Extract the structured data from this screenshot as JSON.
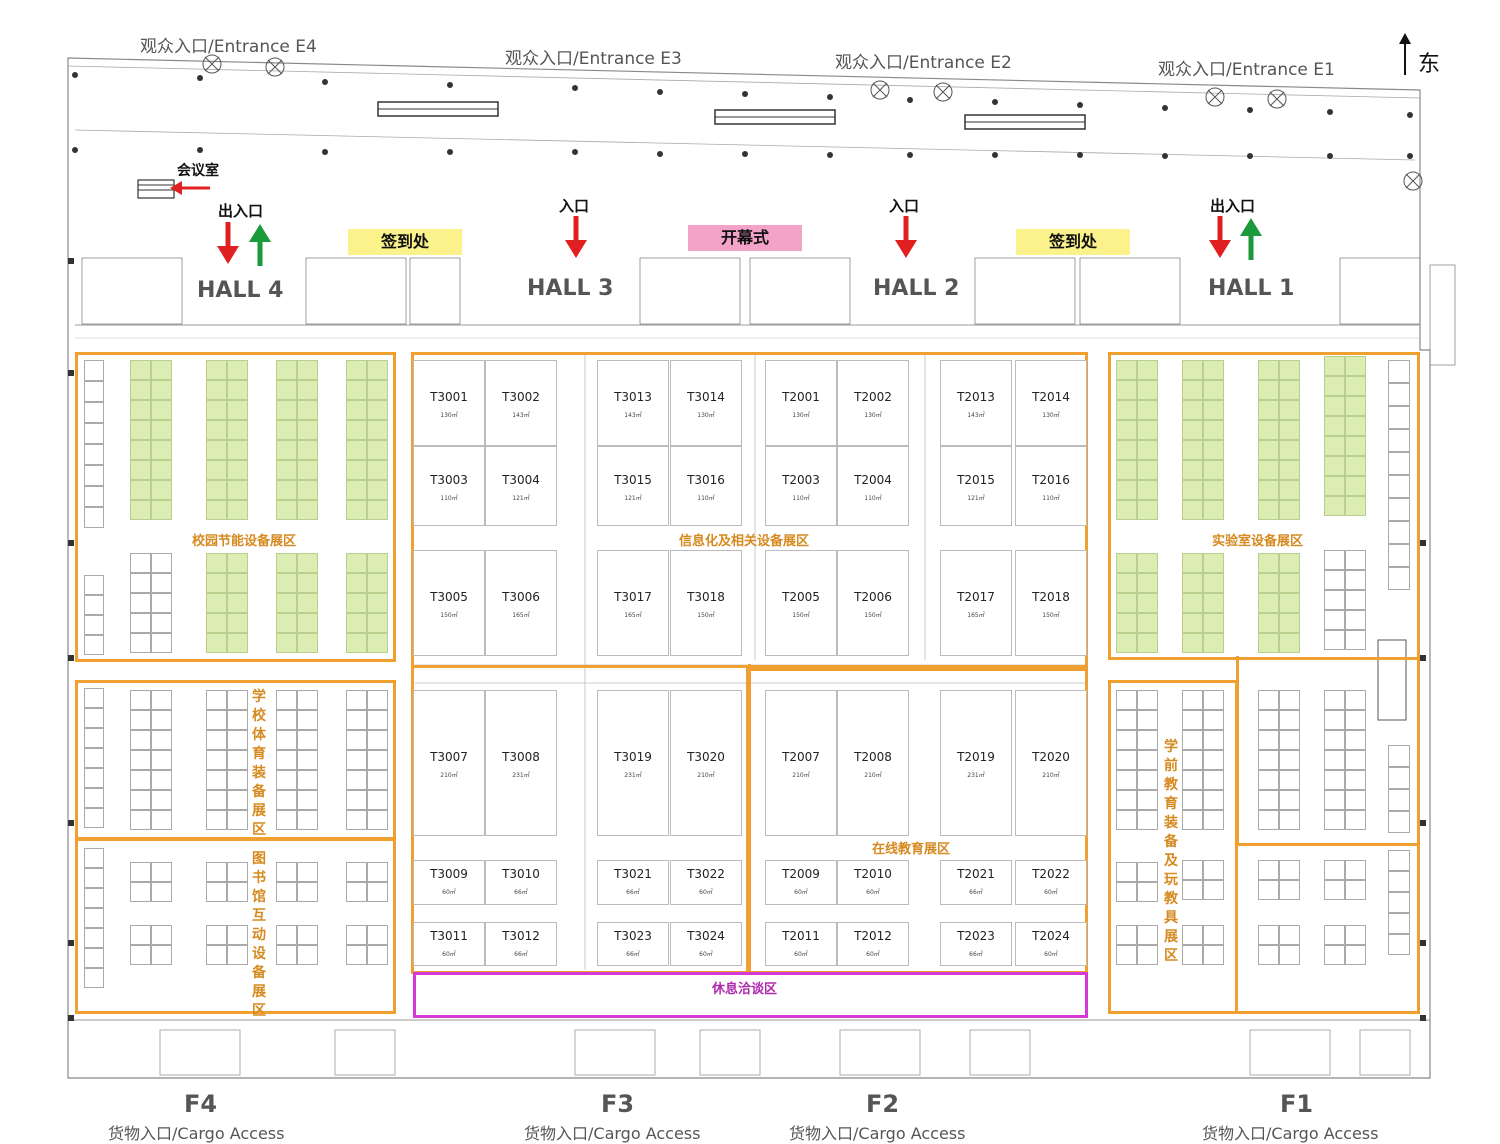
{
  "entrances": [
    {
      "label": "观众入口/Entrance  E4"
    },
    {
      "label": "观众入口/Entrance E3"
    },
    {
      "label": "观众入口/Entrance  E2"
    },
    {
      "label": "观众入口/Entrance  E1"
    }
  ],
  "compass": {
    "label": "东"
  },
  "meeting_room": "会议室",
  "doors": {
    "in_out": "出入口",
    "in": "入口"
  },
  "checkin": "签到处",
  "opening": "开幕式",
  "halls": [
    "HALL 4",
    "HALL 3",
    "HALL 2",
    "HALL 1"
  ],
  "zones": {
    "campus_energy": "校园节能设备展区",
    "it": "信息化及相关设备展区",
    "lab": "实验室设备展区",
    "sports": "学校体育装备展区",
    "library": "图书馆互动设备展区",
    "online": "在线教育展区",
    "preschool": "学前教育装备及玩教具展区",
    "rest": "休息洽谈区"
  },
  "cargo": [
    {
      "gate": "F4",
      "label": "货物入口/Cargo Access"
    },
    {
      "gate": "F3",
      "label": "货物入口/Cargo Access"
    },
    {
      "gate": "F2",
      "label": "货物入口/Cargo Access"
    },
    {
      "gate": "F1",
      "label": "货物入口/Cargo Access"
    }
  ],
  "t_booths": [
    {
      "id": "T3001",
      "area": "130㎡"
    },
    {
      "id": "T3002",
      "area": "143㎡"
    },
    {
      "id": "T3013",
      "area": "143㎡"
    },
    {
      "id": "T3014",
      "area": "130㎡"
    },
    {
      "id": "T2001",
      "area": "130㎡"
    },
    {
      "id": "T2002",
      "area": "130㎡"
    },
    {
      "id": "T2013",
      "area": "143㎡"
    },
    {
      "id": "T2014",
      "area": "130㎡"
    },
    {
      "id": "T3003",
      "area": "110㎡"
    },
    {
      "id": "T3004",
      "area": "121㎡"
    },
    {
      "id": "T3015",
      "area": "121㎡"
    },
    {
      "id": "T3016",
      "area": "110㎡"
    },
    {
      "id": "T2003",
      "area": "110㎡"
    },
    {
      "id": "T2004",
      "area": "110㎡"
    },
    {
      "id": "T2015",
      "area": "121㎡"
    },
    {
      "id": "T2016",
      "area": "110㎡"
    },
    {
      "id": "T3005",
      "area": "150㎡"
    },
    {
      "id": "T3006",
      "area": "165㎡"
    },
    {
      "id": "T3017",
      "area": "165㎡"
    },
    {
      "id": "T3018",
      "area": "150㎡"
    },
    {
      "id": "T2005",
      "area": "150㎡"
    },
    {
      "id": "T2006",
      "area": "150㎡"
    },
    {
      "id": "T2017",
      "area": "165㎡"
    },
    {
      "id": "T2018",
      "area": "150㎡"
    },
    {
      "id": "T3007",
      "area": "210㎡"
    },
    {
      "id": "T3008",
      "area": "231㎡"
    },
    {
      "id": "T3019",
      "area": "231㎡"
    },
    {
      "id": "T3020",
      "area": "210㎡"
    },
    {
      "id": "T2007",
      "area": "210㎡"
    },
    {
      "id": "T2008",
      "area": "210㎡"
    },
    {
      "id": "T2019",
      "area": "231㎡"
    },
    {
      "id": "T2020",
      "area": "210㎡"
    },
    {
      "id": "T3009",
      "area": "60㎡"
    },
    {
      "id": "T3010",
      "area": "66㎡"
    },
    {
      "id": "T3021",
      "area": "66㎡"
    },
    {
      "id": "T3022",
      "area": "60㎡"
    },
    {
      "id": "T2009",
      "area": "60㎡"
    },
    {
      "id": "T2010",
      "area": "60㎡"
    },
    {
      "id": "T2021",
      "area": "66㎡"
    },
    {
      "id": "T2022",
      "area": "60㎡"
    },
    {
      "id": "T3011",
      "area": "60㎡"
    },
    {
      "id": "T3012",
      "area": "66㎡"
    },
    {
      "id": "T3023",
      "area": "66㎡"
    },
    {
      "id": "T3024",
      "area": "60㎡"
    },
    {
      "id": "T2011",
      "area": "60㎡"
    },
    {
      "id": "T2012",
      "area": "60㎡"
    },
    {
      "id": "T2023",
      "area": "66㎡"
    },
    {
      "id": "T2024",
      "area": "60㎡"
    }
  ],
  "colors": {
    "zone_border": "#f0a030",
    "rest_border": "#d63ad6",
    "green_booth": "#dcedb4",
    "checkin_bg": "#fbf28c",
    "opening_bg": "#f4a3c8",
    "arrow_red": "#e02020",
    "arrow_green": "#1a9a3a"
  }
}
